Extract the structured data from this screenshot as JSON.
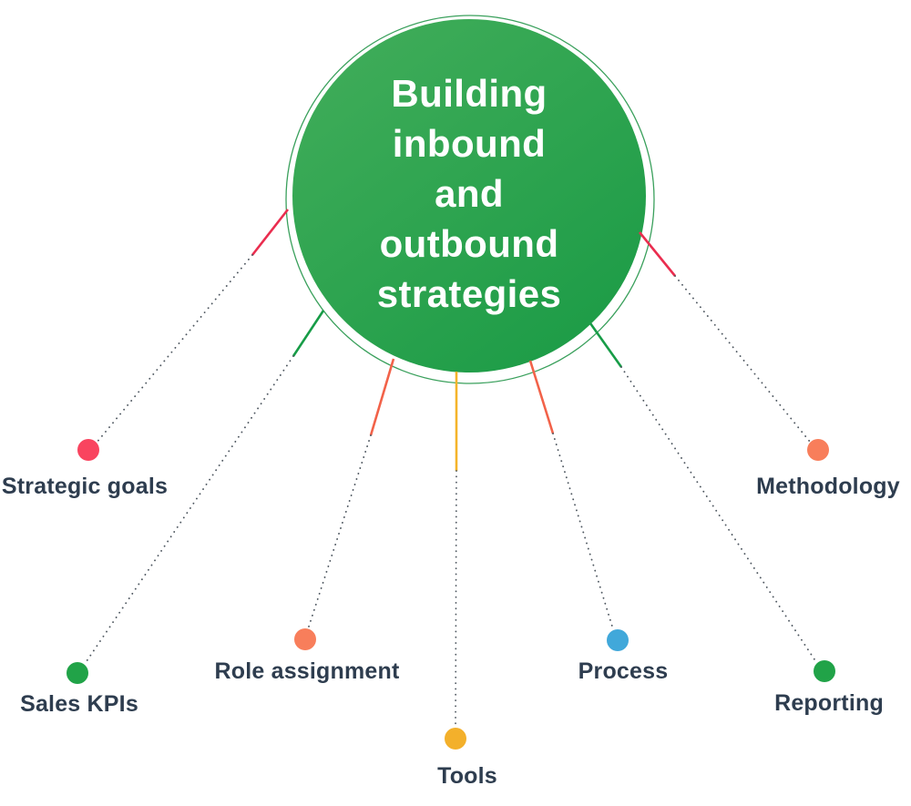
{
  "background_color": "#ffffff",
  "center": {
    "title_lines": [
      "Building",
      "inbound",
      "and",
      "outbound",
      "strategies"
    ],
    "fill_top": "#43ae5b",
    "fill_bottom": "#1d9c47",
    "ring_color": "#3aa05c",
    "text_color": "#ffffff"
  },
  "connector_style": {
    "dotted_color": "#4d565f"
  },
  "nodes": [
    {
      "id": "strategic-goals",
      "label": "Strategic goals",
      "dot_color": "#f9445f",
      "line_color": "#ea2d4f"
    },
    {
      "id": "sales-kpis",
      "label": "Sales KPIs",
      "dot_color": "#21a348",
      "line_color": "#179c47"
    },
    {
      "id": "role-assignment",
      "label": "Role assignment",
      "dot_color": "#f87e5b",
      "line_color": "#f26249"
    },
    {
      "id": "tools",
      "label": "Tools",
      "dot_color": "#f3b02b",
      "line_color": "#f4b42a"
    },
    {
      "id": "process",
      "label": "Process",
      "dot_color": "#41a8da",
      "line_color": "#f26249"
    },
    {
      "id": "methodology",
      "label": "Methodology",
      "dot_color": "#f87e5b",
      "line_color": "#ea2d4f"
    },
    {
      "id": "reporting",
      "label": "Reporting",
      "dot_color": "#21a348",
      "line_color": "#179c47"
    }
  ]
}
